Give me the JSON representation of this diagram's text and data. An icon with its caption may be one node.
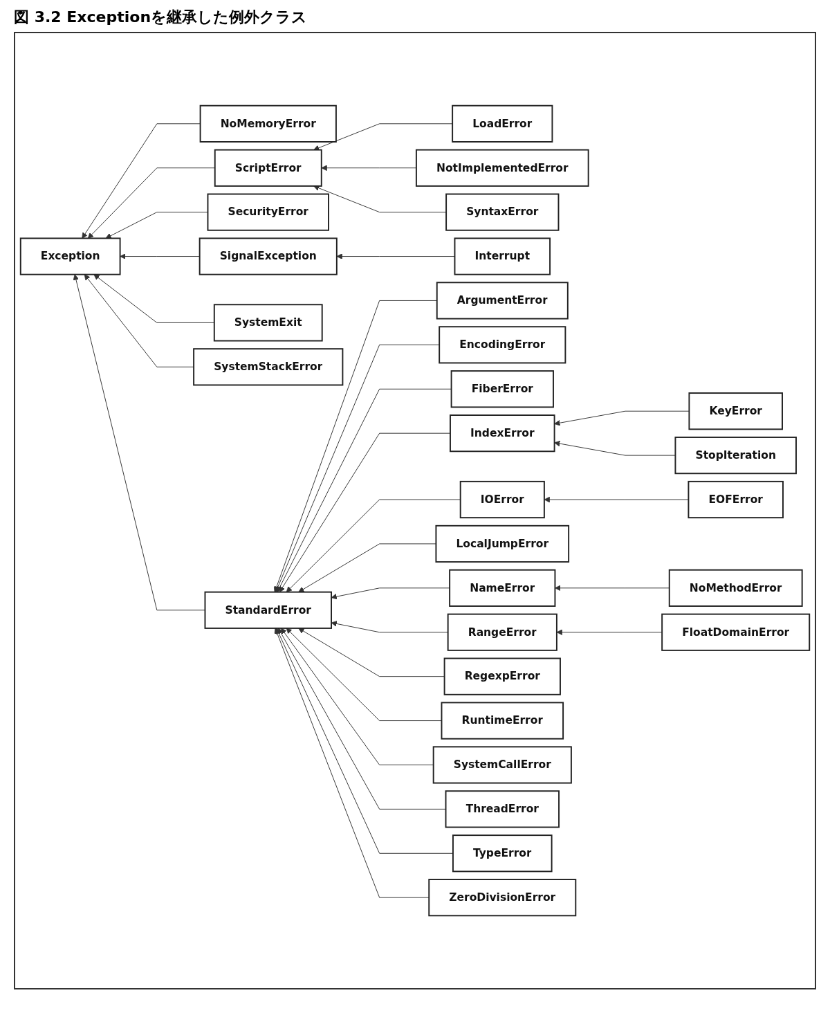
{
  "diagram": {
    "title": "図 3.2 Exceptionを継承した例外クラス",
    "nodes": [
      {
        "text": [
          "Exception"
        ]
      },
      {
        "text": [
          "NoMemoryError"
        ]
      },
      {
        "text": [
          "ScriptError"
        ]
      },
      {
        "text": [
          "LoadError"
        ]
      },
      {
        "text": [
          "NotImplementedError"
        ]
      },
      {
        "text": [
          "SyntaxError"
        ]
      },
      {
        "text": [
          "SecurityError"
        ]
      },
      {
        "text": [
          "SignalException"
        ]
      },
      {
        "text": [
          "Interrupt"
        ]
      },
      {
        "text": [
          "StandardError"
        ]
      },
      {
        "text": [
          "ArgumentError"
        ]
      },
      {
        "text": [
          "EncodingError"
        ]
      },
      {
        "text": [
          "FiberError"
        ]
      },
      {
        "text": [
          "IndexError"
        ]
      },
      {
        "text": [
          "KeyError"
        ]
      },
      {
        "text": [
          "StopIteration"
        ]
      },
      {
        "text": [
          "IOError"
        ]
      },
      {
        "text": [
          "EOFError"
        ]
      },
      {
        "text": [
          "LocalJumpError"
        ]
      },
      {
        "text": [
          "NameError"
        ]
      },
      {
        "text": [
          "NoMethodError"
        ]
      },
      {
        "text": [
          "RangeError"
        ]
      },
      {
        "text": [
          "FloatDomainError"
        ]
      },
      {
        "text": [
          "RegexpError"
        ]
      },
      {
        "text": [
          "RuntimeError"
        ]
      },
      {
        "text": [
          "SystemCallError"
        ]
      },
      {
        "text": [
          "ThreadError"
        ]
      },
      {
        "text": [
          "TypeError"
        ]
      },
      {
        "text": [
          "ZeroDivisionError"
        ]
      },
      {
        "text": [
          "SystemExit"
        ]
      },
      {
        "text": [
          "SystemStackError"
        ]
      }
    ],
    "edges": [
      {
        "from": 1,
        "to": 0,
        "arrow": "to"
      },
      {
        "from": 2,
        "to": 0,
        "arrow": "to"
      },
      {
        "from": 3,
        "to": 2,
        "arrow": "to"
      },
      {
        "from": 4,
        "to": 2,
        "arrow": "to"
      },
      {
        "from": 5,
        "to": 2,
        "arrow": "to"
      },
      {
        "from": 6,
        "to": 0,
        "arrow": "to"
      },
      {
        "from": 7,
        "to": 0,
        "arrow": "to"
      },
      {
        "from": 8,
        "to": 7,
        "arrow": "to"
      },
      {
        "from": 29,
        "to": 0,
        "arrow": "to"
      },
      {
        "from": 30,
        "to": 0,
        "arrow": "to"
      },
      {
        "from": 9,
        "to": 0,
        "arrow": "to"
      },
      {
        "from": 10,
        "to": 9,
        "arrow": "to"
      },
      {
        "from": 11,
        "to": 9,
        "arrow": "to"
      },
      {
        "from": 12,
        "to": 9,
        "arrow": "to"
      },
      {
        "from": 13,
        "to": 9,
        "arrow": "to"
      },
      {
        "from": 14,
        "to": 13,
        "arrow": "to"
      },
      {
        "from": 15,
        "to": 13,
        "arrow": "to"
      },
      {
        "from": 16,
        "to": 9,
        "arrow": "to"
      },
      {
        "from": 17,
        "to": 16,
        "arrow": "to"
      },
      {
        "from": 18,
        "to": 9,
        "arrow": "to"
      },
      {
        "from": 19,
        "to": 9,
        "arrow": "to"
      },
      {
        "from": 20,
        "to": 19,
        "arrow": "to"
      },
      {
        "from": 21,
        "to": 9,
        "arrow": "to"
      },
      {
        "from": 22,
        "to": 21,
        "arrow": "to"
      },
      {
        "from": 23,
        "to": 9,
        "arrow": "to"
      },
      {
        "from": 24,
        "to": 9,
        "arrow": "to"
      },
      {
        "from": 25,
        "to": 9,
        "arrow": "to"
      },
      {
        "from": 26,
        "to": 9,
        "arrow": "to"
      },
      {
        "from": 27,
        "to": 9,
        "arrow": "to"
      },
      {
        "from": 28,
        "to": 9,
        "arrow": "to"
      }
    ]
  }
}
